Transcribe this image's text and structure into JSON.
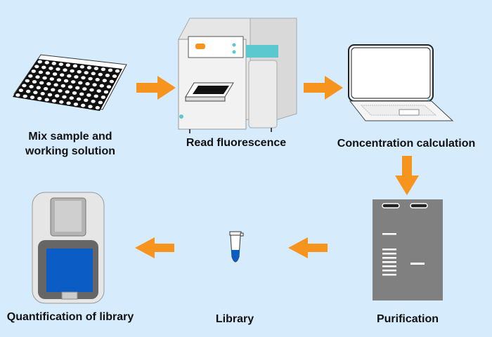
{
  "steps": {
    "mix": "Mix sample and working solution",
    "mix_line1": "Mix sample and",
    "mix_line2": "working solution",
    "read": "Read fluorescence",
    "calc": "Concentration calculation",
    "purify": "Purification",
    "library": "Library",
    "quant": "Quantification of library"
  },
  "colors": {
    "background": "#d6ebfb",
    "arrow": "#f7941d",
    "accent": "#5bc8d0",
    "screen_blue": "#0b5cc4",
    "gel": "#808080"
  },
  "icons": [
    "microplate-icon",
    "fluorometer-icon",
    "laptop-icon",
    "gel-icon",
    "tube-icon",
    "qubit-device-icon"
  ]
}
